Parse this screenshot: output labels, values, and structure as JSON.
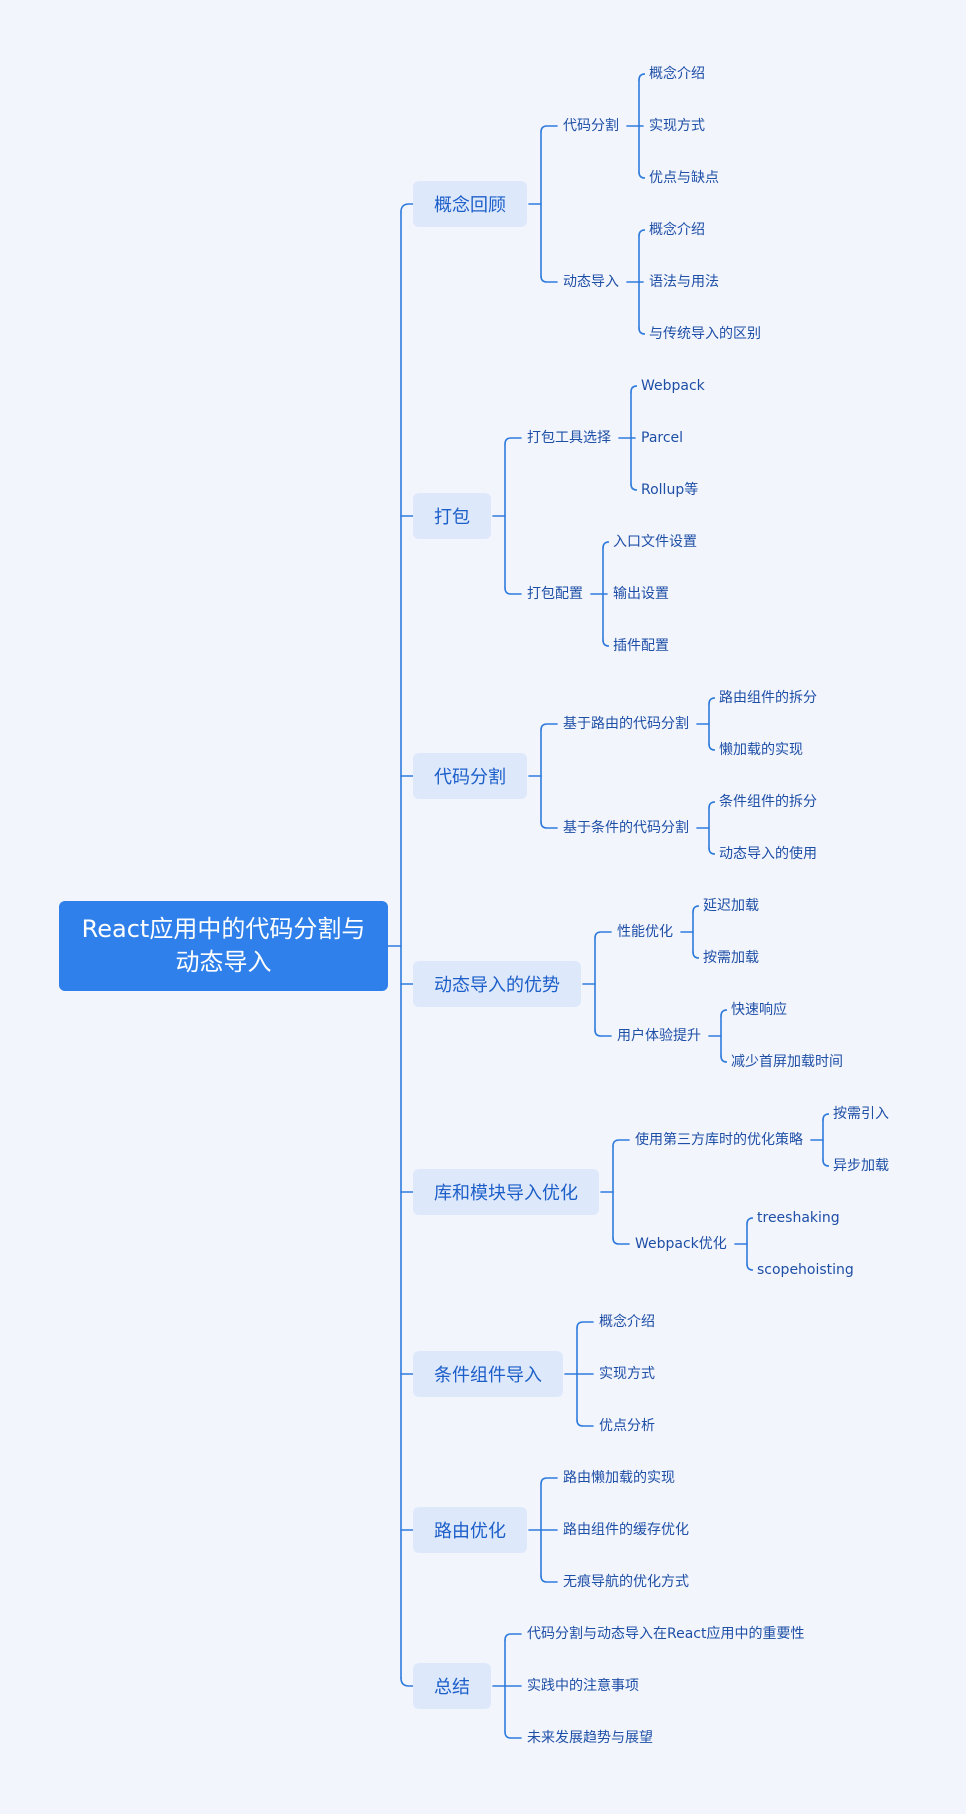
{
  "root": "React应用中的代码分割与\n动态导入",
  "branches": [
    {
      "label": "概念回顾",
      "children": [
        {
          "label": "代码分割",
          "children": [
            "概念介绍",
            "实现方式",
            "优点与缺点"
          ]
        },
        {
          "label": "动态导入",
          "children": [
            "概念介绍",
            "语法与用法",
            "与传统导入的区别"
          ]
        }
      ]
    },
    {
      "label": "打包",
      "children": [
        {
          "label": "打包工具选择",
          "children": [
            "Webpack",
            "Parcel",
            "Rollup等"
          ]
        },
        {
          "label": "打包配置",
          "children": [
            "入口文件设置",
            "输出设置",
            "插件配置"
          ]
        }
      ]
    },
    {
      "label": "代码分割",
      "children": [
        {
          "label": "基于路由的代码分割",
          "children": [
            "路由组件的拆分",
            "懒加载的实现"
          ]
        },
        {
          "label": "基于条件的代码分割",
          "children": [
            "条件组件的拆分",
            "动态导入的使用"
          ]
        }
      ]
    },
    {
      "label": "动态导入的优势",
      "children": [
        {
          "label": "性能优化",
          "children": [
            "延迟加载",
            "按需加载"
          ]
        },
        {
          "label": "用户体验提升",
          "children": [
            "快速响应",
            "减少首屏加载时间"
          ]
        }
      ]
    },
    {
      "label": "库和模块导入优化",
      "children": [
        {
          "label": "使用第三方库时的优化策略",
          "children": [
            "按需引入",
            "异步加载"
          ]
        },
        {
          "label": "Webpack优化",
          "children": [
            "treeshaking",
            "scopehoisting"
          ]
        }
      ]
    },
    {
      "label": "条件组件导入",
      "children": [
        {
          "label": "概念介绍",
          "children": []
        },
        {
          "label": "实现方式",
          "children": []
        },
        {
          "label": "优点分析",
          "children": []
        }
      ]
    },
    {
      "label": "路由优化",
      "children": [
        {
          "label": "路由懒加载的实现",
          "children": []
        },
        {
          "label": "路由组件的缓存优化",
          "children": []
        },
        {
          "label": "无痕导航的优化方式",
          "children": []
        }
      ]
    },
    {
      "label": "总结",
      "children": [
        {
          "label": "代码分割与动态导入在React应用中的重要性",
          "children": []
        },
        {
          "label": "实践中的注意事项",
          "children": []
        },
        {
          "label": "未来发展趋势与展望",
          "children": []
        }
      ]
    }
  ],
  "colors": {
    "background": "#f3f5fd",
    "root_fill": "#2f80ea",
    "branch_fill": "#dde8fb",
    "branch_text": "#1d5fc9",
    "leaf_text": "#1e4fa6",
    "line": "#2f7bdd"
  }
}
